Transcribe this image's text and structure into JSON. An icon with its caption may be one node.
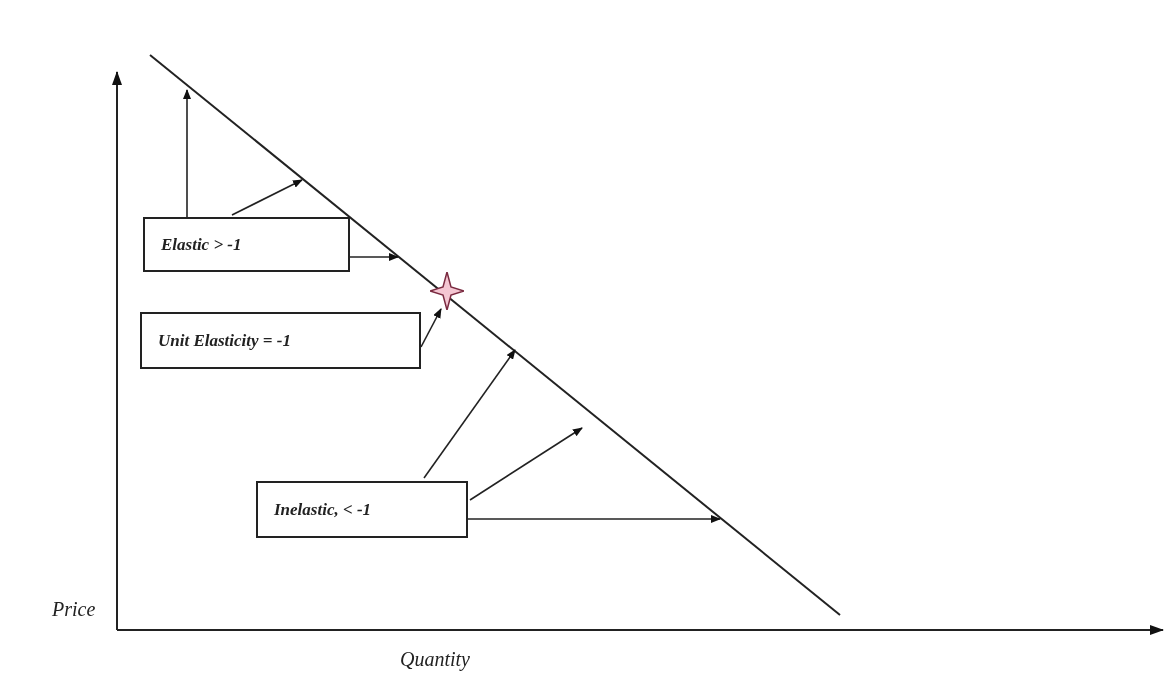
{
  "diagram": {
    "nodes": [
      {
        "text": [
          "Elastic > -1"
        ]
      },
      {
        "text": [
          "Unit Elasticity = -1"
        ]
      },
      {
        "text": [
          "Inelastic, < -1"
        ]
      },
      {
        "text": [],
        "shape": "star"
      }
    ],
    "edges": [
      {
        "from": 0,
        "to": null,
        "arrow": "to"
      },
      {
        "from": 0,
        "to": null,
        "arrow": "to"
      },
      {
        "from": 0,
        "to": null,
        "arrow": "to"
      },
      {
        "from": 1,
        "to": 3,
        "arrow": "to"
      },
      {
        "from": 2,
        "to": null,
        "arrow": "to"
      },
      {
        "from": 2,
        "to": null,
        "arrow": "to"
      },
      {
        "from": 2,
        "to": null,
        "arrow": "to"
      }
    ],
    "labels": [
      "Price",
      "Quantity"
    ]
  }
}
